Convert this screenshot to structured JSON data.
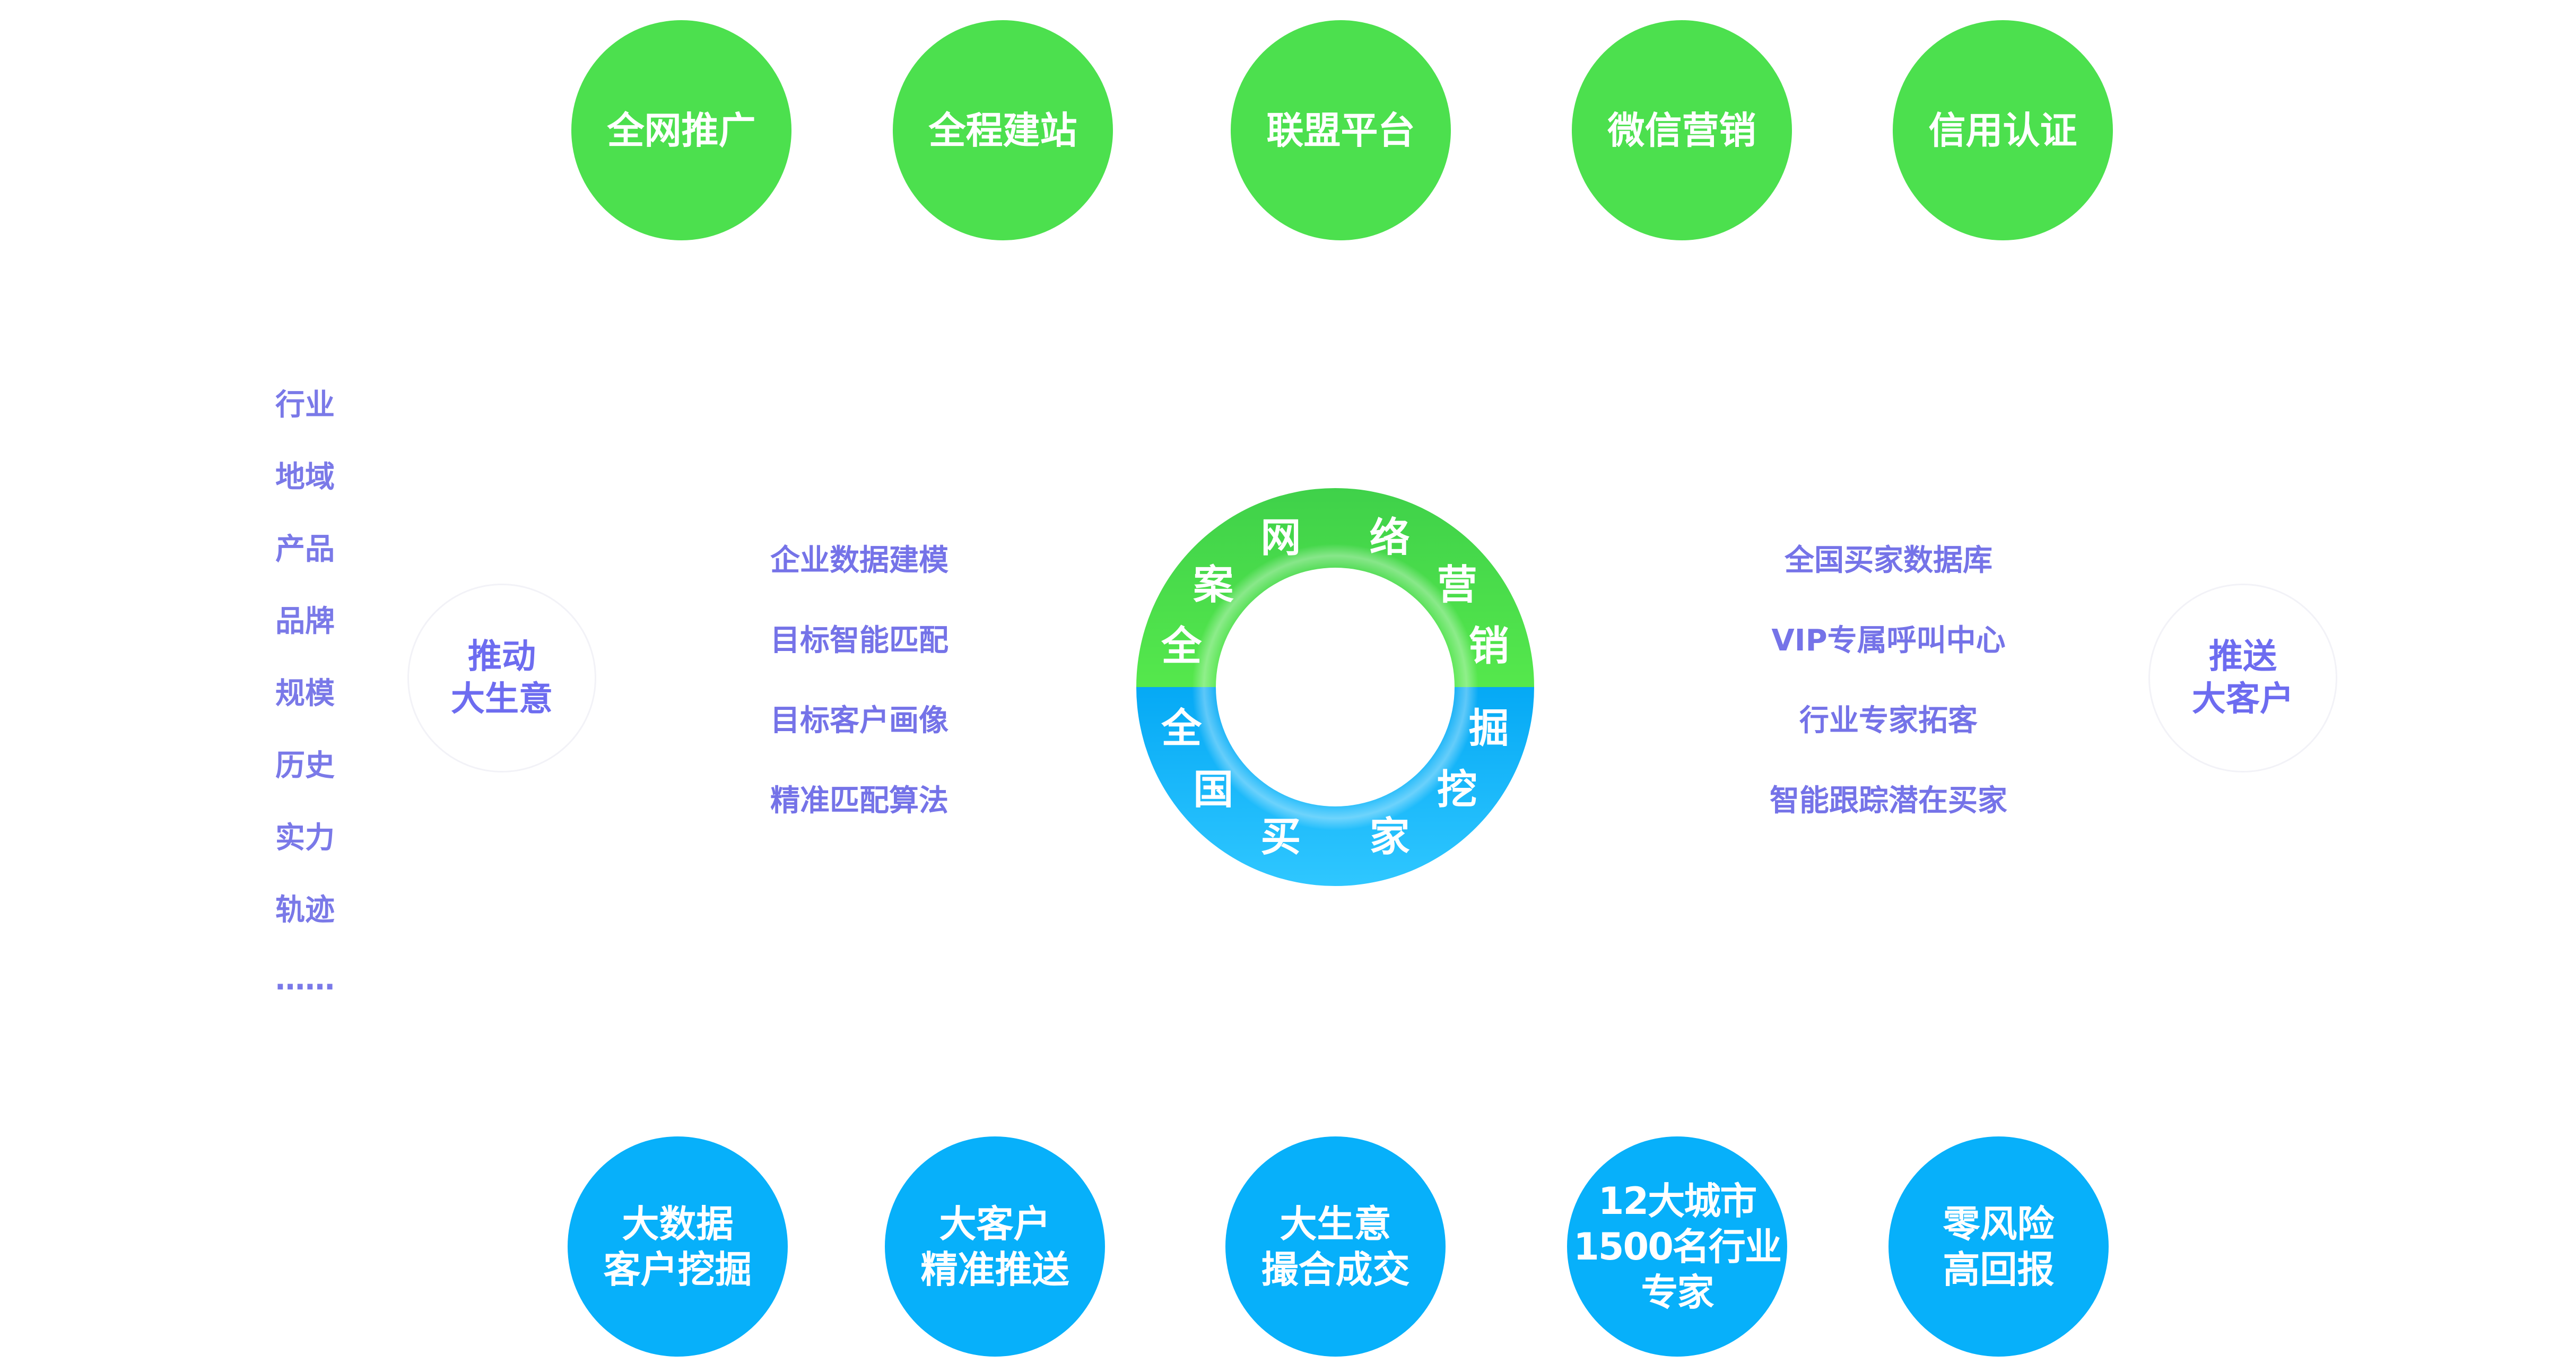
{
  "top_circles": [
    "全网推广",
    "全程建站",
    "联盟平台",
    "微信营销",
    "信用认证"
  ],
  "bottom_circles": [
    "大数据\n客户挖掘",
    "大客户\n精准推送",
    "大生意\n撮合成交",
    "12大城市\n1500名行业\n专家",
    "零风险\n高回报"
  ],
  "left_dimensions": [
    "行业",
    "地域",
    "产品",
    "品牌",
    "规模",
    "历史",
    "实力",
    "轨迹",
    "……"
  ],
  "left_bubble": "推动\n大生意",
  "right_bubble": "推送\n大客户",
  "left_features": [
    "企业数据建模",
    "目标智能匹配",
    "目标客户画像",
    "精准匹配算法"
  ],
  "right_features": [
    "全国买家数据库",
    "VIP专属呼叫中心",
    "行业专家拓客",
    "智能跟踪潜在买家"
  ],
  "ring_top_chars": [
    "全",
    "案",
    "网",
    "络",
    "营",
    "销"
  ],
  "ring_bottom_chars": [
    "全",
    "国",
    "买",
    "家",
    "挖",
    "掘"
  ],
  "colors": {
    "green": "#4ce04e",
    "blue": "#07b0fa",
    "purple_text": "#7573e8"
  }
}
